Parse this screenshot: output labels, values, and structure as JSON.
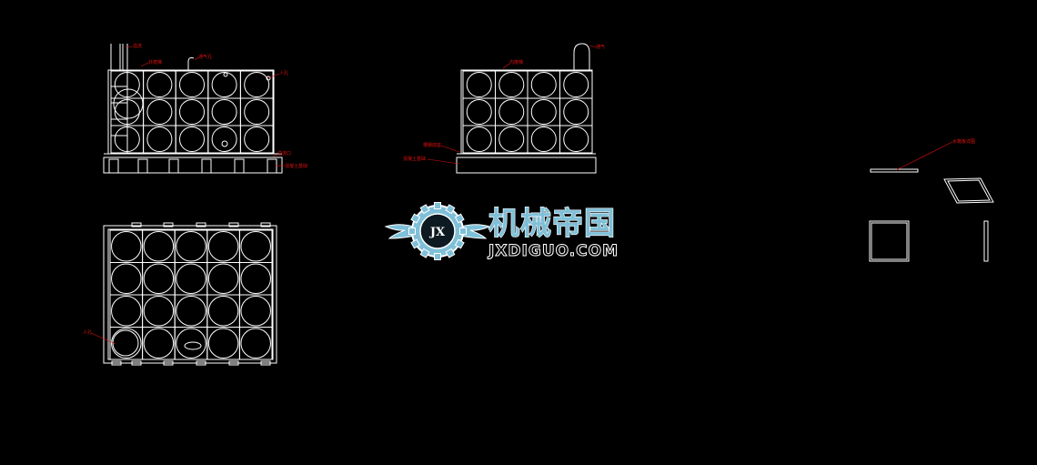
{
  "labels": {
    "front_pipe_top": "溢流",
    "front_ladder": "外爬梯",
    "front_vent": "通气孔",
    "front_right_top": "人孔",
    "front_right_mid": "溢流口",
    "front_right_base": "混凝土基础",
    "side_top_left": "内爬梯",
    "side_pipe_top": "通气",
    "side_left_upper": "槽钢底座",
    "side_left_lower": "混凝土基础",
    "plan_left": "人孔",
    "detail_top": "水箱板详图"
  },
  "watermark": {
    "title_cn": "机械帝国",
    "domain": "JXDIGUO.COM",
    "badge": "JX"
  },
  "colors": {
    "background": "#000000",
    "line": "#ffffff",
    "annotation": "#e01010",
    "watermark_fill": "#7fc0d8"
  }
}
